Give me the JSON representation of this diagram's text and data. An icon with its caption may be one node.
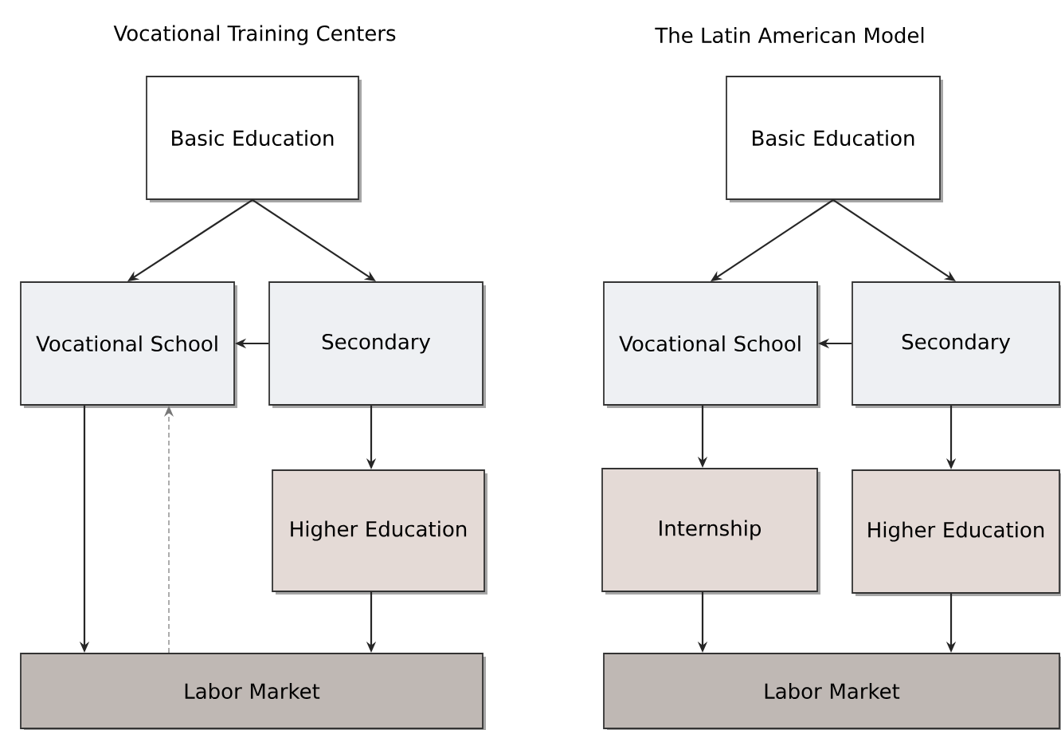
{
  "diagram": {
    "nodes": [
      {
        "text": [
          "Basic Education"
        ]
      },
      {
        "text": [
          "Vocational School"
        ]
      },
      {
        "text": [
          "Secondary"
        ]
      },
      {
        "text": [
          "Higher Education"
        ]
      },
      {
        "text": [
          "Labor Market"
        ]
      },
      {
        "text": [
          "Basic Education"
        ]
      },
      {
        "text": [
          "Vocational School"
        ]
      },
      {
        "text": [
          "Secondary"
        ]
      },
      {
        "text": [
          "Internship"
        ]
      },
      {
        "text": [
          "Higher Education"
        ]
      },
      {
        "text": [
          "Labor Market"
        ]
      }
    ],
    "edges": [
      {
        "from": 0,
        "to": 1,
        "arrow": "to"
      },
      {
        "from": 0,
        "to": 2,
        "arrow": "to"
      },
      {
        "from": 2,
        "to": 1,
        "arrow": "to"
      },
      {
        "from": 2,
        "to": 3,
        "arrow": "to"
      },
      {
        "from": 1,
        "to": 4,
        "arrow": "to"
      },
      {
        "from": 4,
        "to": 1,
        "arrow": "to",
        "style": "dashed",
        "color": "#777777"
      },
      {
        "from": 3,
        "to": 4,
        "arrow": "to"
      },
      {
        "from": 5,
        "to": 6,
        "arrow": "to"
      },
      {
        "from": 5,
        "to": 7,
        "arrow": "to"
      },
      {
        "from": 7,
        "to": 6,
        "arrow": "to"
      },
      {
        "from": 6,
        "to": 8,
        "arrow": "to"
      },
      {
        "from": 7,
        "to": 9,
        "arrow": "to"
      },
      {
        "from": 8,
        "to": 10,
        "arrow": "to"
      },
      {
        "from": 9,
        "to": 10,
        "arrow": "to"
      }
    ],
    "labels": [
      "Vocational Training Centers",
      "The Latin American Model"
    ]
  }
}
